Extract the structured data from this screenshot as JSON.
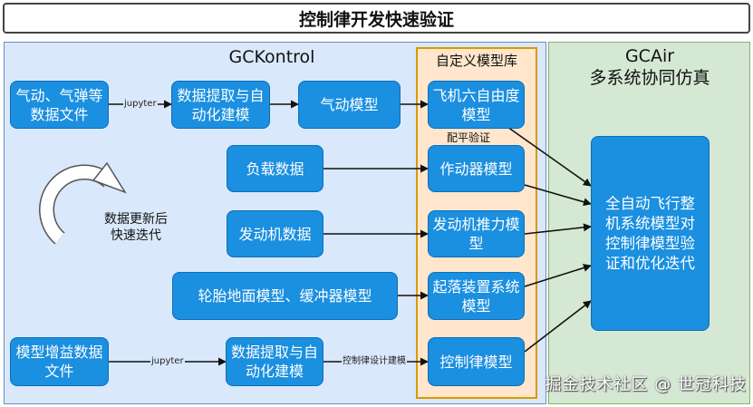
{
  "title": "控制律开发快速验证",
  "sections": {
    "gckontrol": "GCKontrol",
    "library": "自定义模型库",
    "gcair_line1": "GCAir",
    "gcair_line2": "多系统协同仿真"
  },
  "boxes": {
    "aero_data": "气动、气弹等数据文件",
    "extract1": "数据提取与自动化建模",
    "aero_model": "气动模型",
    "six_dof": "飞机六自由度模型",
    "load_data": "负载数据",
    "actuator": "作动器模型",
    "engine_data": "发动机数据",
    "engine_thrust": "发动机推力模型",
    "tire": "轮胎地面模型、缓冲器模型",
    "landing": "起落装置系统模型",
    "gain_data": "模型增益数据文件",
    "extract2": "数据提取与自动化建模",
    "control_model": "控制律模型",
    "full_system": "全自动飞行整机系统模型对控制律模型验证和优化迭代"
  },
  "labels": {
    "jupyter1": "jupyter",
    "jupyter2": "jupyter",
    "trim": "配平验证",
    "control_design": "控制律设计建模",
    "iterate_line1": "数据更新后",
    "iterate_line2": "快速迭代"
  },
  "icons": {
    "cycle": "circular-arrow-icon"
  },
  "watermark": "掘金技术社区 @ 世冠科技",
  "colors": {
    "box_fill": "#1b8fe0",
    "left_panel": "#dae8fc",
    "library_panel": "#ffe6cc",
    "right_panel": "#d5e8d4"
  }
}
